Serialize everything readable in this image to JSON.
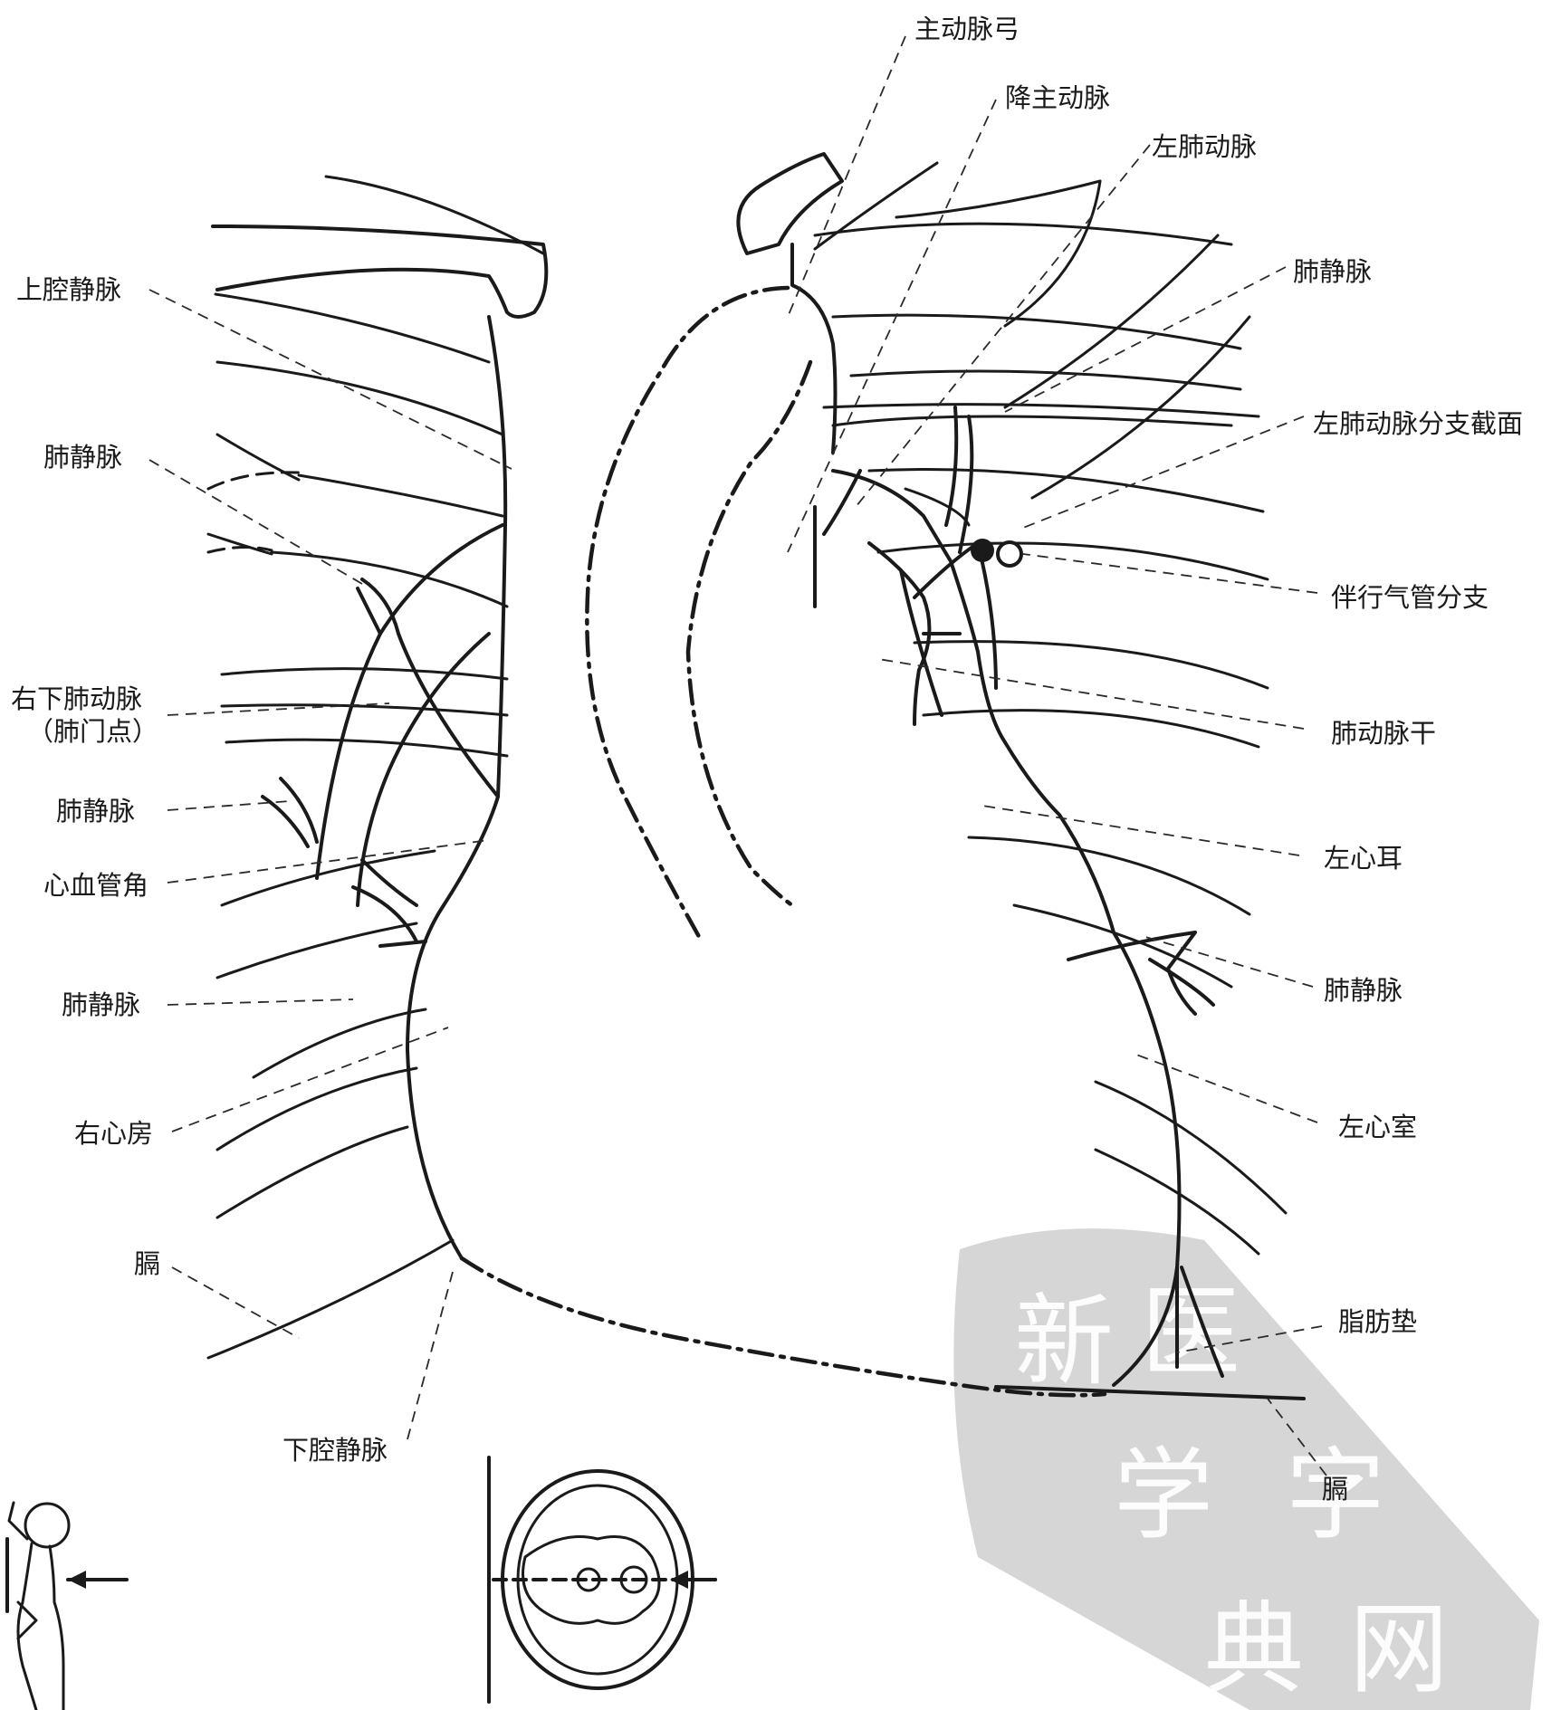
{
  "labels": {
    "aortic_arch": "主动脉弓",
    "descending_aorta": "降主动脉",
    "left_pulmonary_artery": "左肺动脉",
    "pulmonary_vein_upper_right": "肺静脉",
    "left_pa_branch_section": "左肺动脉分支截面",
    "accompanying_bronchus": "伴行气管分支",
    "pulmonary_trunk": "肺动脉干",
    "left_atrial_appendage": "左心耳",
    "pulmonary_vein_lower_right": "肺静脉",
    "left_ventricle": "左心室",
    "fat_pad": "脂肪垫",
    "diaphragm_right": "膈",
    "svc": "上腔静脉",
    "pulmonary_vein_left_1": "肺静脉",
    "right_lower_pa_line1": "右下肺动脉",
    "right_lower_pa_line2": "（肺门点）",
    "pulmonary_vein_left_2": "肺静脉",
    "cardiovascular_angle": "心血管角",
    "pulmonary_vein_left_3": "肺静脉",
    "right_atrium": "右心房",
    "diaphragm_left": "膈",
    "ivc": "下腔静脉"
  },
  "watermark": {
    "line1": "新",
    "line2": "医",
    "line3": "学",
    "line4": "字",
    "line5": "典",
    "line6": "网"
  },
  "colors": {
    "ink": "#1a1a1a",
    "watermark_bg": "#d6d6d6"
  }
}
